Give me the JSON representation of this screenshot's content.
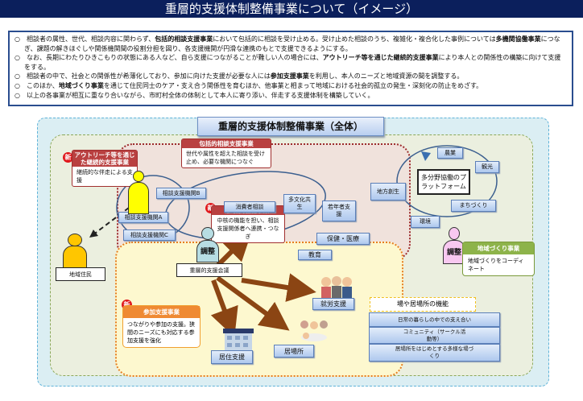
{
  "title": "重層的支援体制整備事業について（イメージ）",
  "summary": [
    {
      "parts": [
        [
          "○　相談者の属性、世代、相談内容に関わらず、",
          false
        ],
        [
          "包括的相談支援事業",
          true
        ],
        [
          "において包括的に相談を受け止める。受け止めた相談のうち、複雑化・複合化した事例については",
          false
        ],
        [
          "多機関協働事業",
          true
        ],
        [
          "につなぎ、課題の解きほぐしや関係機関間の役割分担を図り、各支援機関が円滑な連携のもとで支援できるようにする。",
          false
        ]
      ]
    },
    {
      "parts": [
        [
          "○　なお、長期にわたりひきこもりの状態にある人など、自ら支援につながることが難しい人の場合には、",
          false
        ],
        [
          "アウトリーチ等を通じた継続的支援事業",
          true
        ],
        [
          "により本人との関係性の構築に向けて支援をする。",
          false
        ]
      ]
    },
    {
      "parts": [
        [
          "○　相談者の中で、社会との関係性が希薄化しており、参加に向けた支援が必要な人には",
          false
        ],
        [
          "参加支援事業",
          true
        ],
        [
          "を利用し、本人のニーズと地域資源の間を調整する。",
          false
        ]
      ]
    },
    {
      "parts": [
        [
          "○　このほか、",
          false
        ],
        [
          "地域づくり事業",
          true
        ],
        [
          "を通じて住民同士のケア・支え合う関係性を育むほか、他事業と相まって地域における社会的孤立の発生・深刻化の防止をめざす。",
          false
        ]
      ]
    },
    {
      "parts": [
        [
          "○　以上の各事業が相互に重なり合いながら、市町村全体の体制として本人に寄り添い、伴走する支援体制を構築していく。",
          false
        ]
      ]
    }
  ],
  "diagram": {
    "main_title": "重層的支援体制整備事業（全体）",
    "new_badge": "新",
    "outreach": {
      "title": "アウトリーチ等を通じた継続的支援事業",
      "body": "継続的な伴走による支援"
    },
    "comprehensive": {
      "title": "包括的相談支援事業",
      "body": "世代や属性を超えた相談を受け止め、必要な機関につなぐ"
    },
    "multi_agency": {
      "title": "多機関協働事業",
      "body": "中核の機能を担い、相談支援関係者へ連携・つなぎ"
    },
    "participation": {
      "title": "参加支援事業",
      "body": "つながりや参加の支援。狭間のニーズにも対応する参加支援を強化"
    },
    "community": {
      "title": "地域づくり事業",
      "body": "地域づくりをコーディネート"
    },
    "agencies": [
      "相談支援機関A",
      "相談支援機関B",
      "相談支援機関C"
    ],
    "network": [
      "消費者相談",
      "多文化共生",
      "若年者支援",
      "保健・医療",
      "教育"
    ],
    "platform": {
      "label": "多分野協働のプラットフォーム",
      "items": [
        "農業",
        "観光",
        "まちづくり",
        "環境",
        "地方創生"
      ]
    },
    "adjust_label": "調整",
    "resident": "地域住民",
    "meeting": "重層的支援会議",
    "destinations": [
      "就労支援",
      "居場所",
      "居住支援"
    ],
    "place_functions": {
      "title": "場や居場所の機能",
      "items": [
        "日常の暮らしの中での支え合い",
        "コミュニティ（サークル活動等）",
        "居場所をはじめとする多様な場づくり"
      ]
    }
  },
  "colors": {
    "title_bg": "#0b1f5c",
    "red": "#b94040",
    "green": "#8db34a",
    "orange": "#ef8a33"
  }
}
